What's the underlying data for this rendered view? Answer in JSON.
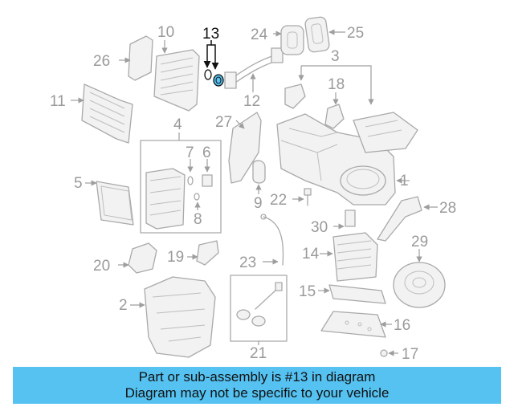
{
  "diagram": {
    "highlight_color": "#55c2f2",
    "callouts": [
      "1",
      "2",
      "3",
      "4",
      "5",
      "6",
      "7",
      "8",
      "9",
      "10",
      "11",
      "12",
      "13",
      "14",
      "15",
      "16",
      "17",
      "19",
      "20",
      "21",
      "22",
      "23",
      "24",
      "25",
      "26",
      "27",
      "28",
      "29",
      "30"
    ],
    "callout_18": "18"
  },
  "banner": {
    "line1": "Part or sub-assembly is #13 in diagram",
    "line2": "Diagram may not be specific to your vehicle",
    "background": "#55c2f2"
  }
}
